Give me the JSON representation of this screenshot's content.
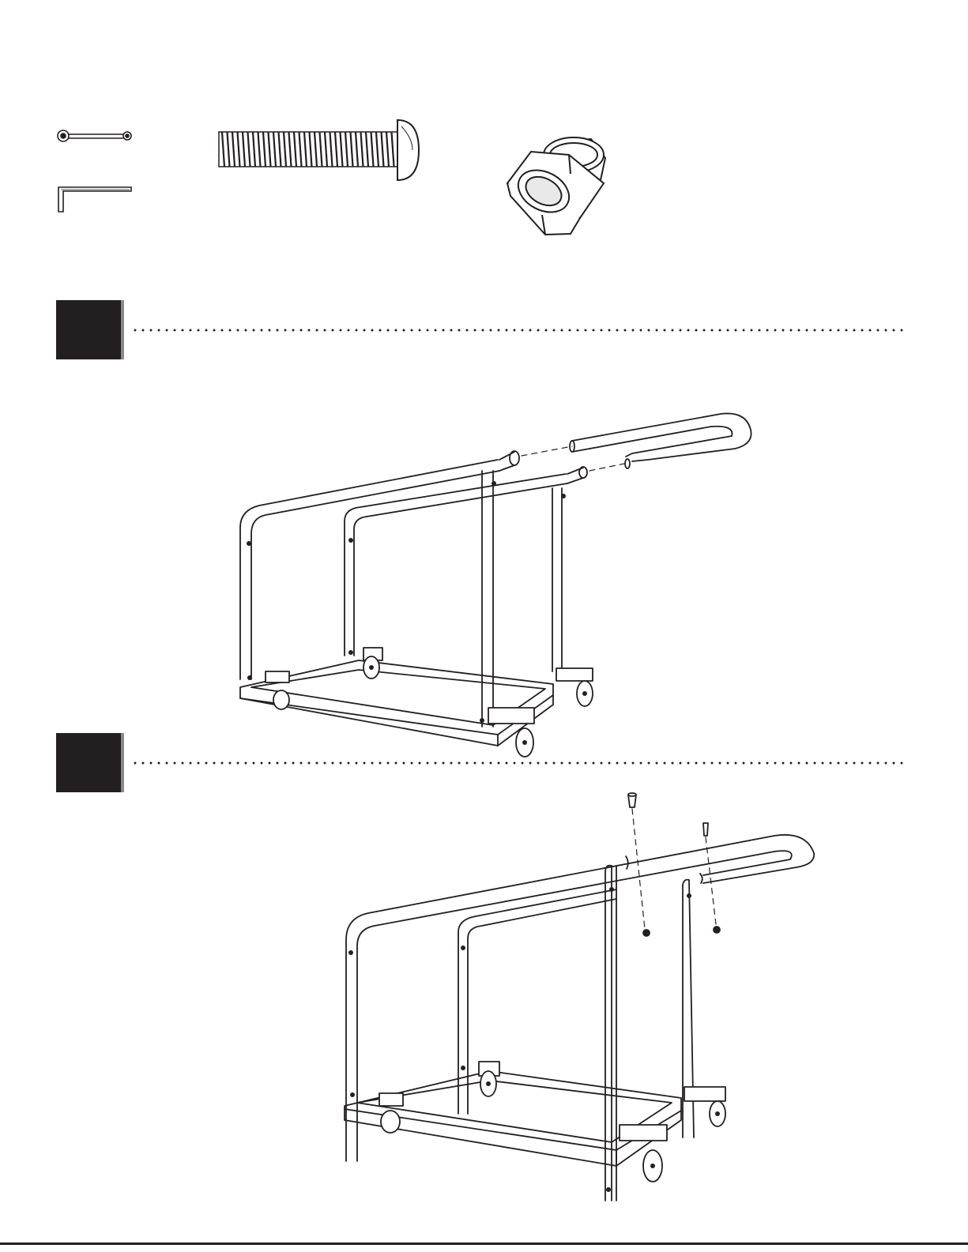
{
  "page": {
    "background": "#ffffff",
    "ink": "#231f20",
    "badge_shadow": "#8a8a8a"
  },
  "hardware": [
    {
      "name": "pin-wrench",
      "icon": "pin-wrench-icon"
    },
    {
      "name": "hex-key",
      "icon": "hex-key-icon"
    },
    {
      "name": "button-head-bolt",
      "icon": "bolt-icon"
    },
    {
      "name": "lock-nut",
      "icon": "nut-icon"
    }
  ],
  "steps": [
    {
      "number": "",
      "figure": "handle-insertion-diagram"
    },
    {
      "number": "",
      "figure": "handle-fastening-diagram"
    }
  ]
}
